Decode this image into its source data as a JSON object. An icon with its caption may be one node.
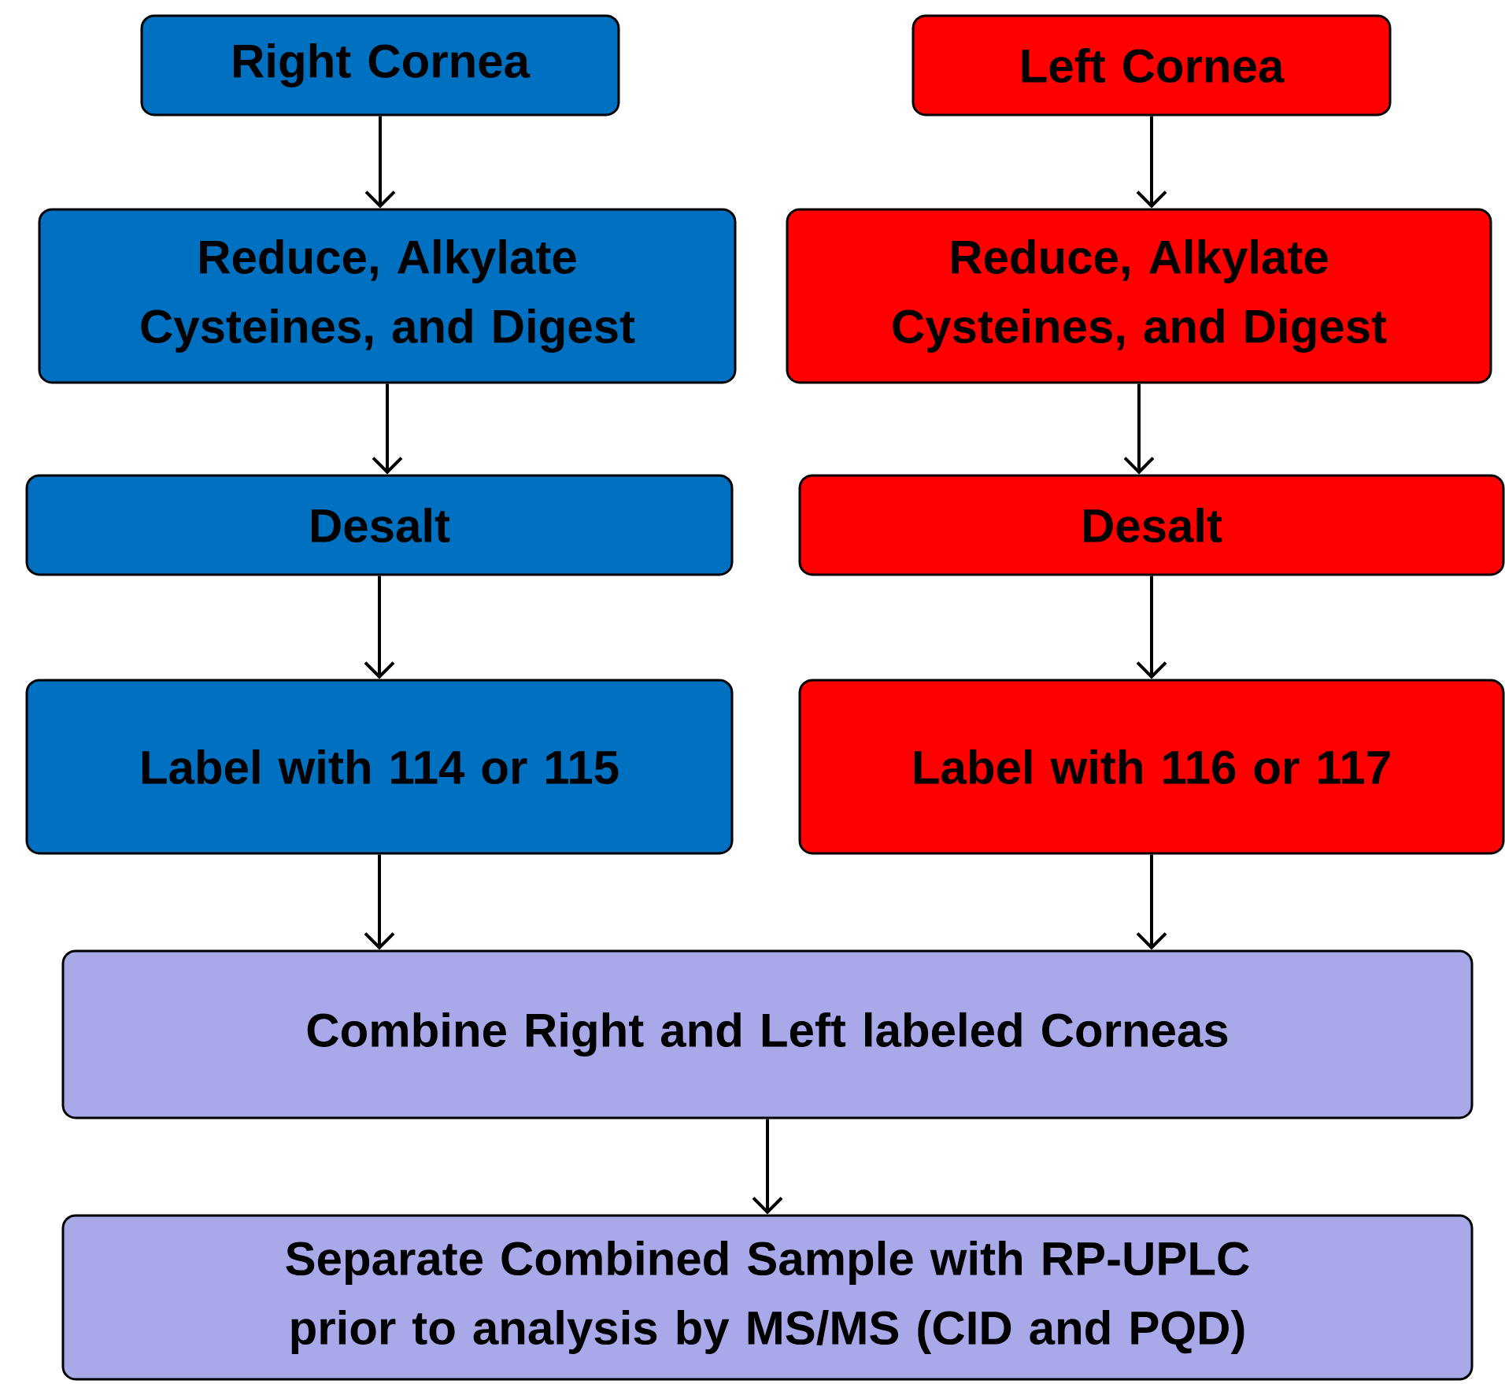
{
  "diagram": {
    "nodes": [
      {
        "text": [
          "Right Cornea"
        ]
      },
      {
        "text": [
          "Left Cornea"
        ]
      },
      {
        "text": [
          "Reduce, Alkylate Cysteines, and Digest"
        ]
      },
      {
        "text": [
          "Reduce, Alkylate Cysteines, and Digest"
        ]
      },
      {
        "text": [
          "Desalt"
        ]
      },
      {
        "text": [
          "Desalt"
        ]
      },
      {
        "text": [
          "Label with 114 or 115"
        ]
      },
      {
        "text": [
          "Label with 116 or 117"
        ]
      },
      {
        "text": [
          "Combine Right and Left labeled Corneas"
        ]
      },
      {
        "text": [
          "Separate Combined Sample with RP-UPLC prior to analysis by MS/MS (CID and PQD)"
        ]
      }
    ],
    "edges": [
      {
        "from": 0,
        "to": 2,
        "arrow": "to"
      },
      {
        "from": 2,
        "to": 4,
        "arrow": "to"
      },
      {
        "from": 4,
        "to": 6,
        "arrow": "to"
      },
      {
        "from": 6,
        "to": 8,
        "arrow": "to"
      },
      {
        "from": 1,
        "to": 3,
        "arrow": "to"
      },
      {
        "from": 3,
        "to": 5,
        "arrow": "to"
      },
      {
        "from": 5,
        "to": 7,
        "arrow": "to"
      },
      {
        "from": 7,
        "to": 8,
        "arrow": "to"
      },
      {
        "from": 8,
        "to": 9,
        "arrow": "to"
      }
    ]
  }
}
